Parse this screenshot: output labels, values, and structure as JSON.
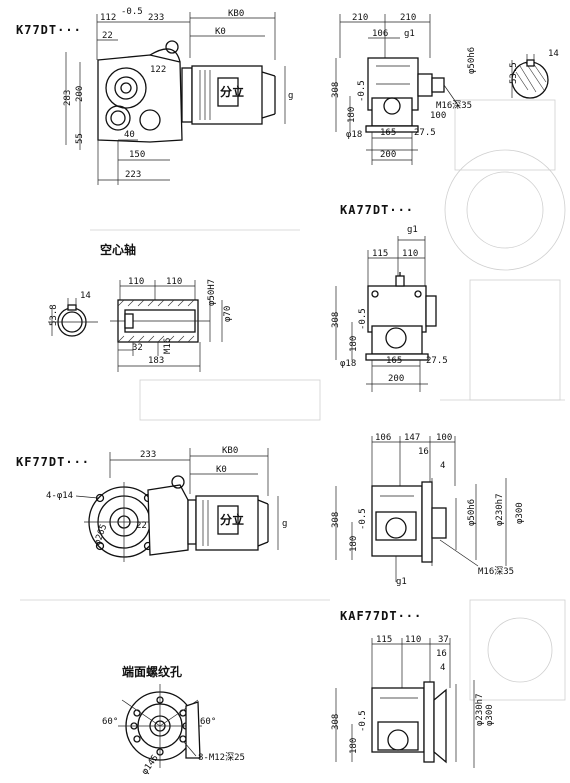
{
  "views": {
    "k77dt": {
      "title": "K77DT···",
      "dims": [
        "112",
        "-0.5",
        "233",
        "KB0",
        "22",
        "K0",
        "122",
        "283",
        "200",
        "55",
        "40",
        "150",
        "223",
        "g"
      ]
    },
    "k77dt_side": {
      "dims": [
        "210",
        "210",
        "106",
        "g1",
        "φ50h6",
        "308",
        "180",
        "-0.5",
        "100",
        "M16深35",
        "φ18",
        "165",
        "27.5",
        "200"
      ]
    },
    "key_detail_top": {
      "dims": [
        "14",
        "53.5"
      ]
    },
    "ka77dt": {
      "title": "KA77DT···",
      "dims": [
        "g1",
        "115",
        "110",
        "308",
        "180",
        "-0.5",
        "φ18",
        "165",
        "27.5",
        "200"
      ]
    },
    "hollow_shaft": {
      "title": "空心轴",
      "dims": [
        "14",
        "53.8",
        "110",
        "110",
        "φ50H7",
        "φ70",
        "32",
        "M16",
        "183"
      ]
    },
    "kf77dt": {
      "title": "KF77DT···",
      "dims": [
        "233",
        "KB0",
        "K0",
        "4-φ14",
        "φ265",
        "22",
        "g"
      ]
    },
    "kf77dt_side": {
      "dims": [
        "106",
        "147",
        "100",
        "16",
        "4",
        "308",
        "180",
        "-0.5",
        "φ50h6",
        "φ230h7",
        "φ300",
        "M16深35",
        "g1"
      ]
    },
    "kaf77dt": {
      "title": "KAF77DT···",
      "dims": [
        "115",
        "110",
        "37",
        "16",
        "4",
        "308",
        "180",
        "-0.5",
        "φ230h7",
        "φ300"
      ]
    },
    "end_face": {
      "title": "端面螺纹孔",
      "dims": [
        "60°",
        "60°",
        "φ145",
        "8-M12深25"
      ]
    }
  },
  "motor_badge": "分立"
}
